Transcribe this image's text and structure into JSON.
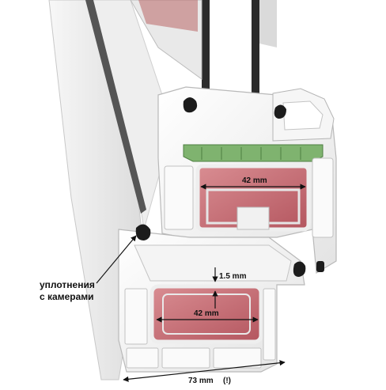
{
  "labels": {
    "seal_line1": "уплотнения",
    "seal_line2": "с камерами",
    "dim_upper_chamber": "42 mm",
    "dim_lower_chamber": "42 mm",
    "dim_wall": "1.5 mm",
    "dim_total": "73 mm",
    "dim_total_note": "(!)"
  },
  "colors": {
    "pvc": "#f4f4f4",
    "pvc_edge": "#b9b9b9",
    "chamber": "#c9737a",
    "gasket": "#1c1c1c",
    "glass_bead": "#7fb36f",
    "spacer": "#e07a6e",
    "glass": "#2b2b2b"
  }
}
